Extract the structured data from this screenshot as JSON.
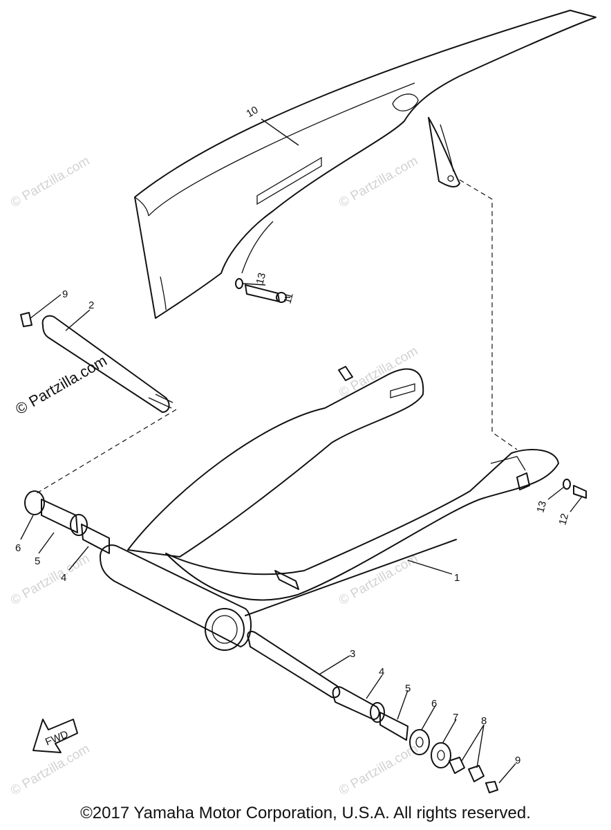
{
  "watermark": "© Partzilla.com",
  "copyright": "©2017  Yamaha Motor Corporation, U.S.A. All rights reserved.",
  "fwd_label": "FWD",
  "callouts": [
    "1",
    "2",
    "3",
    "4",
    "5",
    "6",
    "7",
    "8",
    "9",
    "10",
    "11",
    "12",
    "13"
  ]
}
